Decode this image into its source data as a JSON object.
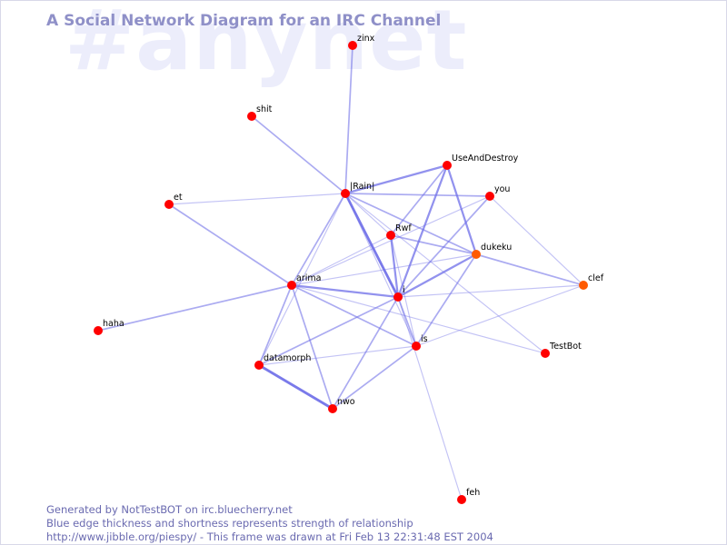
{
  "watermark": "#anynet",
  "title": "A Social Network Diagram for an IRC Channel",
  "footer": {
    "line1": "Generated by NotTestBOT on irc.bluecherry.net",
    "line2": "Blue edge thickness and shortness represents strength of relationship",
    "line3": "http://www.jibble.org/piespy/ - This frame was drawn at Fri Feb 13 22:31:48 EST 2004"
  },
  "colors": {
    "node": "#ff0000",
    "node_recent": "#ff5a00",
    "edge": "#7070e8",
    "title": "#8f90c8",
    "watermark": "#ecedfb",
    "footer": "#6a6ab0"
  },
  "nodes": [
    {
      "id": "zinx",
      "label": "zinx"
    },
    {
      "id": "shit",
      "label": "shit"
    },
    {
      "id": "UseAndDestroy",
      "label": "UseAndDestroy"
    },
    {
      "id": "Rain",
      "label": "|Rain|"
    },
    {
      "id": "you",
      "label": "you"
    },
    {
      "id": "et",
      "label": "et"
    },
    {
      "id": "Rwf",
      "label": "Rwf"
    },
    {
      "id": "dukeku",
      "label": "dukeku"
    },
    {
      "id": "clef",
      "label": "clef"
    },
    {
      "id": "arima",
      "label": "arima"
    },
    {
      "id": "i",
      "label": "i"
    },
    {
      "id": "haha",
      "label": "haha"
    },
    {
      "id": "is",
      "label": "is"
    },
    {
      "id": "TestBot",
      "label": "TestBot"
    },
    {
      "id": "datamorph",
      "label": "datamorph"
    },
    {
      "id": "nwo",
      "label": "nwo"
    },
    {
      "id": "feh",
      "label": "feh"
    }
  ],
  "edges": [
    {
      "a": "zinx",
      "b": "Rain",
      "weight": 2
    },
    {
      "a": "shit",
      "b": "Rain",
      "weight": 2
    },
    {
      "a": "Rain",
      "b": "UseAndDestroy",
      "weight": 3
    },
    {
      "a": "Rain",
      "b": "you",
      "weight": 2
    },
    {
      "a": "Rain",
      "b": "i",
      "weight": 4
    },
    {
      "a": "Rain",
      "b": "arima",
      "weight": 2
    },
    {
      "a": "Rain",
      "b": "Rwf",
      "weight": 1
    },
    {
      "a": "Rain",
      "b": "dukeku",
      "weight": 2
    },
    {
      "a": "Rain",
      "b": "is",
      "weight": 1
    },
    {
      "a": "Rain",
      "b": "TestBot",
      "weight": 1
    },
    {
      "a": "et",
      "b": "Rain",
      "weight": 1
    },
    {
      "a": "et",
      "b": "arima",
      "weight": 2
    },
    {
      "a": "UseAndDestroy",
      "b": "i",
      "weight": 3
    },
    {
      "a": "UseAndDestroy",
      "b": "dukeku",
      "weight": 3
    },
    {
      "a": "UseAndDestroy",
      "b": "Rwf",
      "weight": 2
    },
    {
      "a": "you",
      "b": "arima",
      "weight": 1
    },
    {
      "a": "you",
      "b": "i",
      "weight": 2
    },
    {
      "a": "you",
      "b": "clef",
      "weight": 1
    },
    {
      "a": "Rwf",
      "b": "i",
      "weight": 3
    },
    {
      "a": "Rwf",
      "b": "dukeku",
      "weight": 2
    },
    {
      "a": "Rwf",
      "b": "is",
      "weight": 1
    },
    {
      "a": "Rwf",
      "b": "arima",
      "weight": 1
    },
    {
      "a": "dukeku",
      "b": "i",
      "weight": 3
    },
    {
      "a": "dukeku",
      "b": "is",
      "weight": 2
    },
    {
      "a": "dukeku",
      "b": "clef",
      "weight": 2
    },
    {
      "a": "dukeku",
      "b": "arima",
      "weight": 1
    },
    {
      "a": "clef",
      "b": "i",
      "weight": 1
    },
    {
      "a": "clef",
      "b": "is",
      "weight": 1
    },
    {
      "a": "arima",
      "b": "i",
      "weight": 3
    },
    {
      "a": "arima",
      "b": "haha",
      "weight": 2
    },
    {
      "a": "arima",
      "b": "is",
      "weight": 2
    },
    {
      "a": "arima",
      "b": "datamorph",
      "weight": 2
    },
    {
      "a": "arima",
      "b": "nwo",
      "weight": 2
    },
    {
      "a": "arima",
      "b": "TestBot",
      "weight": 1
    },
    {
      "a": "i",
      "b": "is",
      "weight": 2
    },
    {
      "a": "i",
      "b": "datamorph",
      "weight": 2
    },
    {
      "a": "i",
      "b": "nwo",
      "weight": 2
    },
    {
      "a": "i",
      "b": "feh",
      "weight": 1
    },
    {
      "a": "is",
      "b": "datamorph",
      "weight": 1
    },
    {
      "a": "is",
      "b": "nwo",
      "weight": 2
    },
    {
      "a": "datamorph",
      "b": "nwo",
      "weight": 4
    },
    {
      "a": "Rain",
      "b": "datamorph",
      "weight": 1
    }
  ]
}
